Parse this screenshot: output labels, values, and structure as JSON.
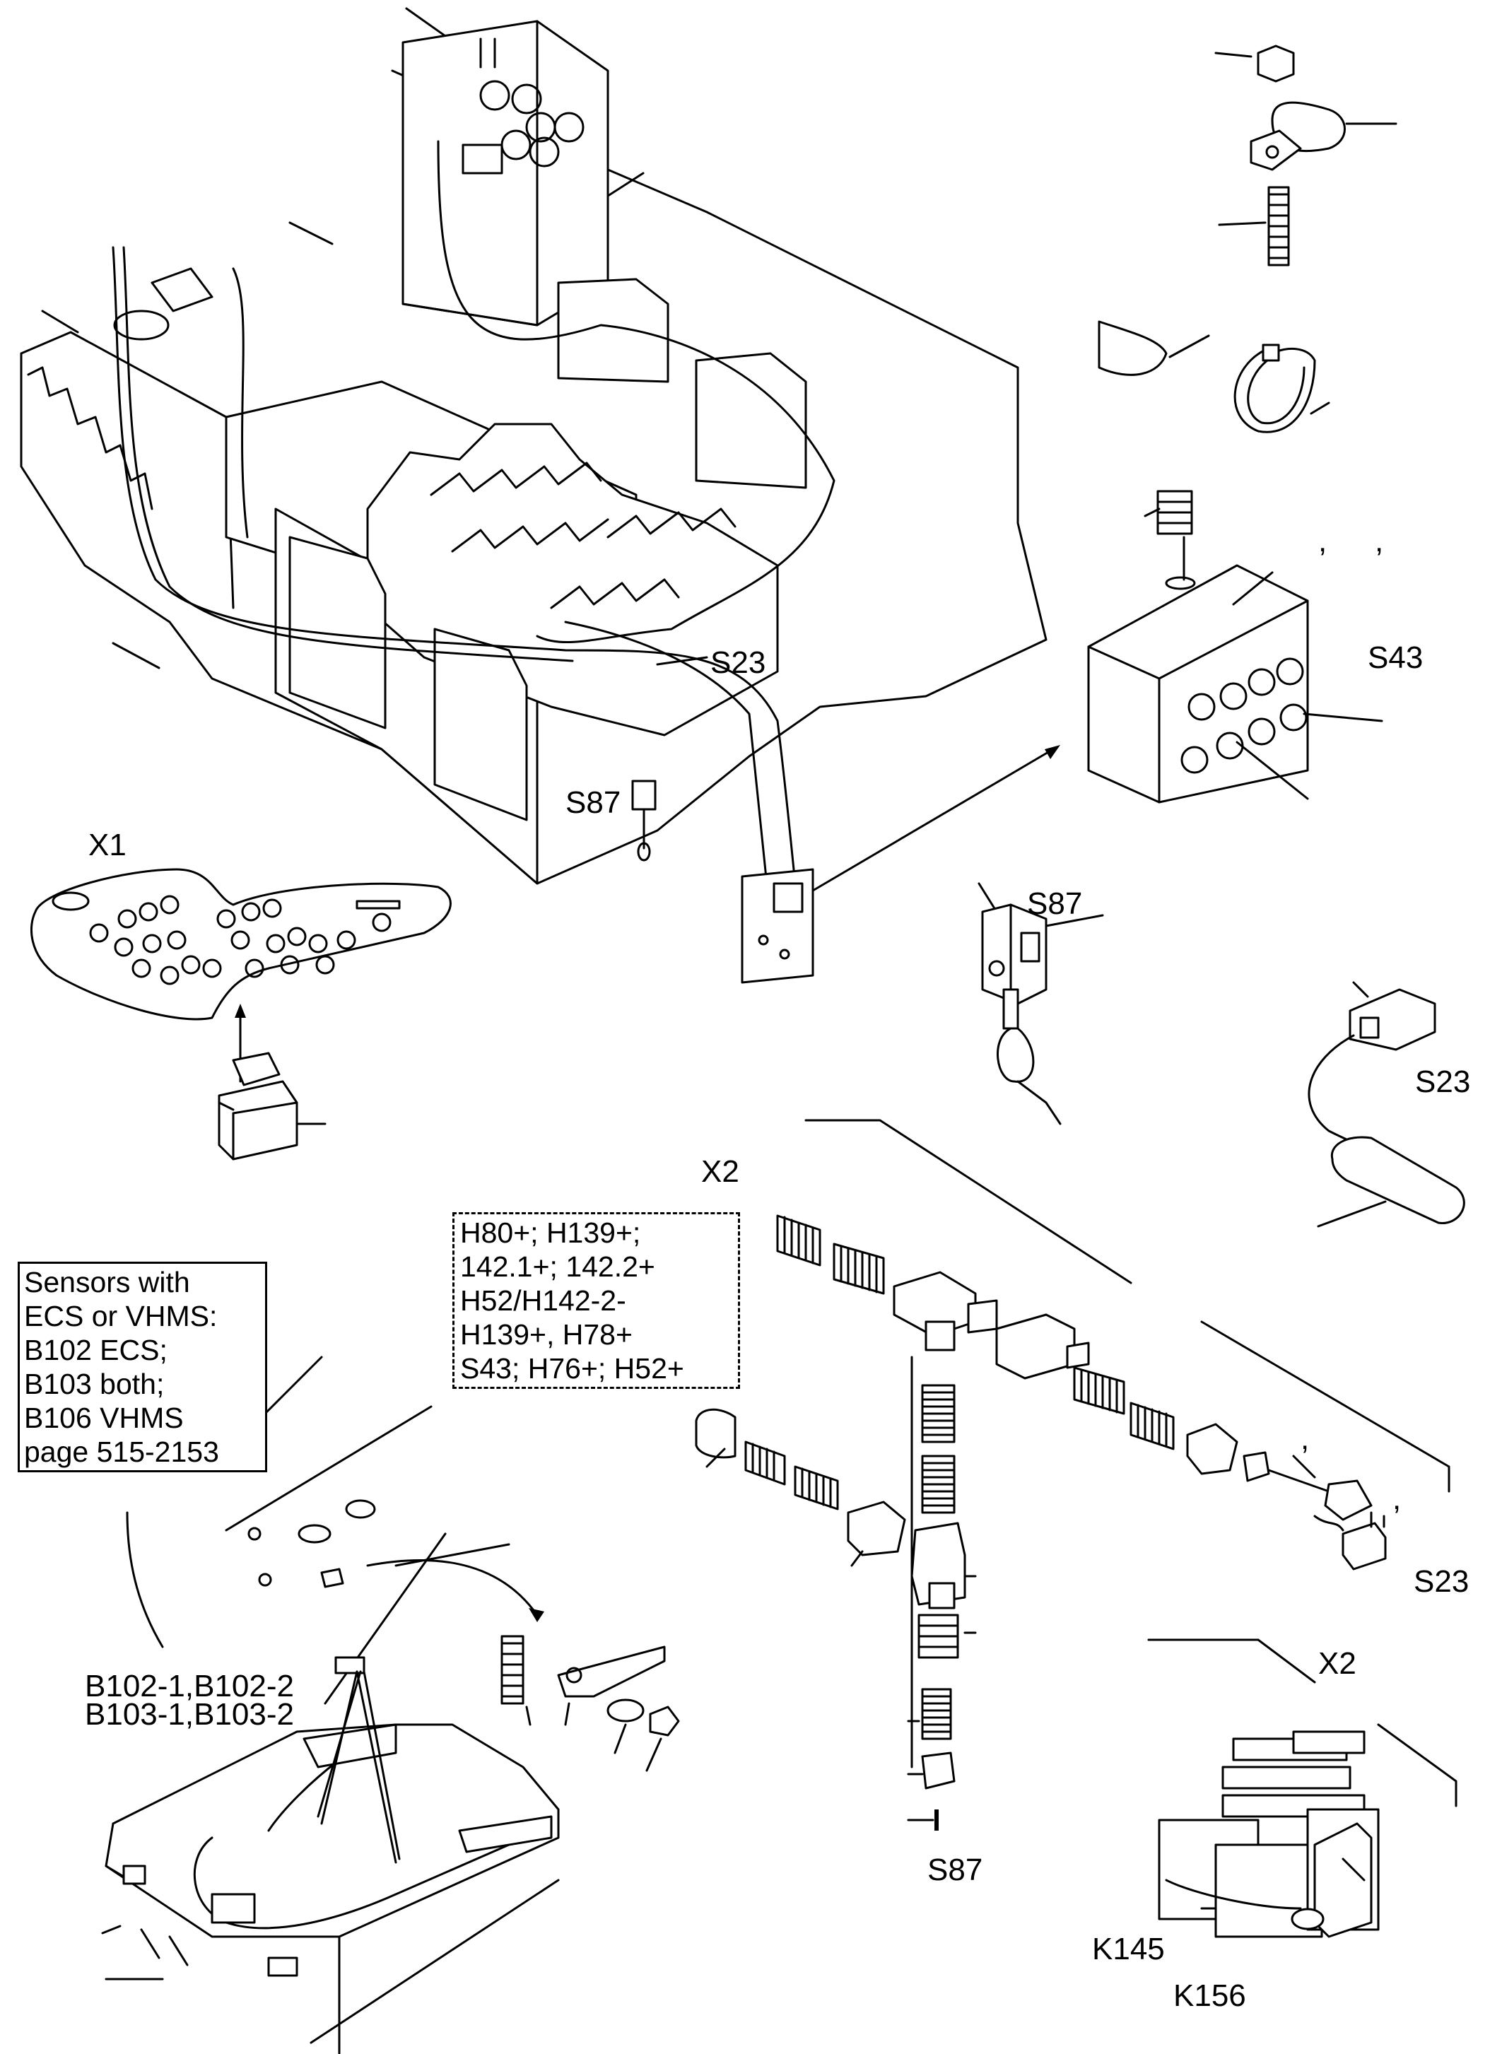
{
  "labels": {
    "s23_top": "S23",
    "s43": "S43",
    "s87_top": "S87",
    "x1": "X1",
    "s87_mid": "S87",
    "s23_mid": "S23",
    "x2_mid": "X2",
    "s23_bottom": "S23",
    "x2_bottom": "X2",
    "b102": "B102-1,B102-2",
    "b103": "B103-1,B103-2",
    "s87_bottom": "S87",
    "k145": "K145",
    "k156": "K156"
  },
  "sensor_note": {
    "lines": [
      "Sensors with",
      "ECS or VHMS:",
      "B102 ECS;",
      "B103 both;",
      "B106 VHMS",
      "page 515-2153"
    ]
  },
  "wire_note": {
    "lines": [
      "H80+; H139+;",
      "142.1+; 142.2+",
      "H52/H142-2-",
      "H139+, H78+",
      "S43; H76+; H52+"
    ]
  },
  "commas": [
    ",",
    ",",
    ",",
    ","
  ]
}
